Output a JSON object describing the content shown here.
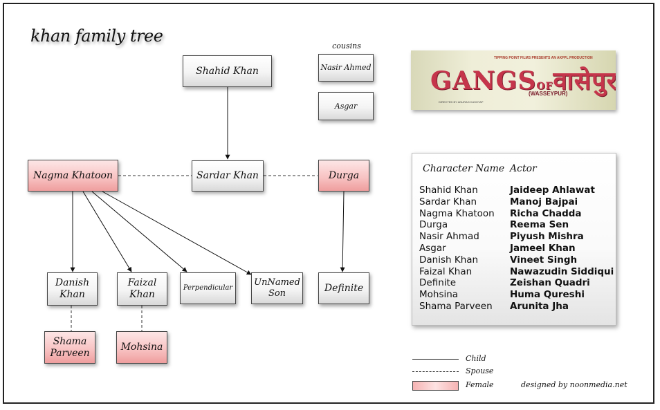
{
  "title": "khan family tree",
  "cousins_label": "cousins",
  "nodes": {
    "shahid": "Shahid Khan",
    "sardar": "Sardar Khan",
    "nagma": "Nagma Khatoon",
    "durga": "Durga",
    "nasir": "Nasir Ahmed",
    "asgar": "Asgar",
    "danish": "Danish Khan",
    "faizal": "Faizal Khan",
    "perpendicular": "Perpendicular",
    "unnamed": "UnNamed Son",
    "definite": "Definite",
    "shama": "Shama Parveen",
    "mohsina": "Mohsina"
  },
  "poster": {
    "top_text": "TIPPING POINT FILMS PRESENTS AN AKFPL PRODUCTION",
    "title_gangs": "GANGS",
    "title_of": "OF",
    "title_hindi": "वासेपुर",
    "subtitle": "(WASSEYPUR)",
    "director": "DIRECTED BY ANURAG KASHYAP"
  },
  "cast": {
    "header_character": "Character Name",
    "header_actor": "Actor",
    "characters": [
      "Shahid Khan",
      "Sardar Khan",
      "Nagma Khatoon",
      "Durga",
      "Nasir Ahmad",
      "Asgar",
      "Danish Khan",
      "Faizal Khan",
      "Definite",
      "Mohsina",
      "Shama Parveen"
    ],
    "actors": [
      "Jaideep Ahlawat",
      "Manoj Bajpai",
      "Richa Chadda",
      "Reema Sen",
      "Piyush Mishra",
      "Jameel Khan",
      "Vineet Singh",
      "Nawazudin Siddiqui",
      "Zeishan Quadri",
      "Huma Qureshi",
      "Arunita Jha"
    ]
  },
  "legend": {
    "child": "Child",
    "spouse": "Spouse",
    "female": "Female"
  },
  "credit": "designed by noonmedia.net",
  "colors": {
    "female_fill": "#f8c4c4",
    "male_fill": "#e6e6e6",
    "border": "#444444"
  }
}
